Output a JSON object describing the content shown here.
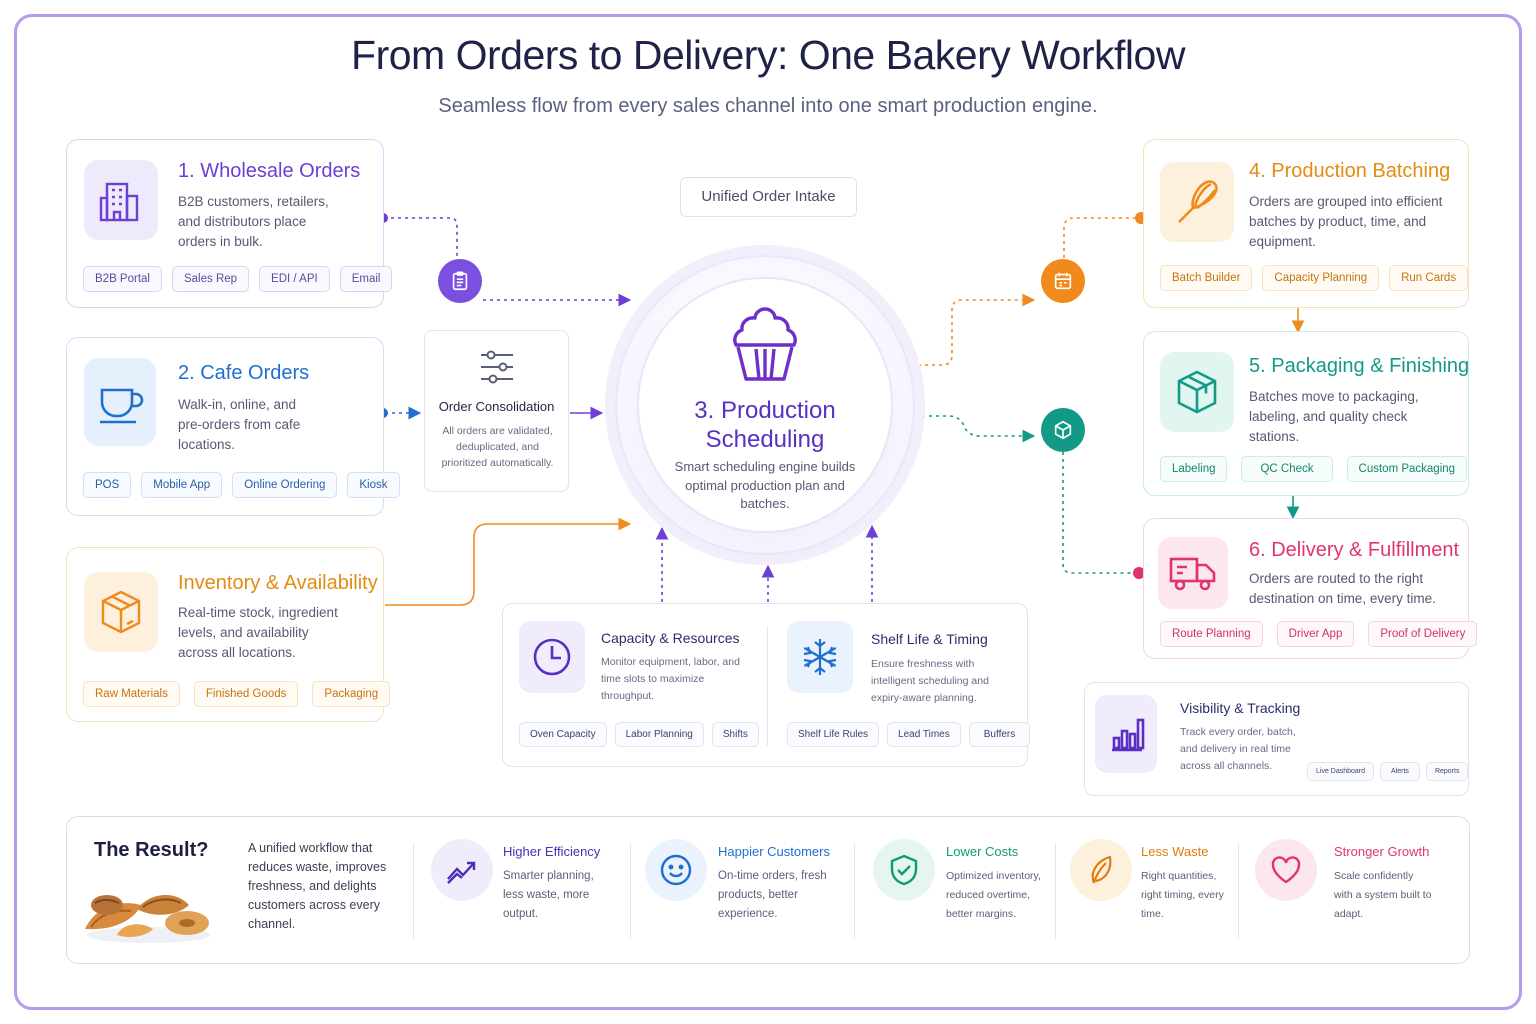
{
  "title": "From Orders to Delivery: One Bakery Workflow",
  "subtitle": "Seamless flow from every sales channel into one smart production engine.",
  "wholesale": {
    "title": "1. Wholesale Orders",
    "desc": "B2B customers, retailers, and distributors place orders in bulk.",
    "tags": [
      "B2B Portal",
      "Sales Rep",
      "EDI / API",
      "Email"
    ]
  },
  "cafe": {
    "title": "2. Cafe Orders",
    "desc": "Walk-in, online, and pre-orders from cafe locations.",
    "tags": [
      "POS",
      "Mobile App",
      "Online Ordering",
      "Kiosk"
    ]
  },
  "inventory": {
    "title": "Inventory & Availability",
    "desc": "Real-time stock, ingredient levels, and availability across all locations.",
    "tags": [
      "Raw Materials",
      "Finished Goods",
      "Packaging"
    ]
  },
  "intake": {
    "label": "Unified Order Intake"
  },
  "consolidation": {
    "title": "Order Consolidation",
    "desc": "All orders are validated, deduplicated, and prioritized automatically."
  },
  "hub": {
    "title": "3. Production Scheduling",
    "desc": "Smart scheduling engine builds optimal production plan and batches."
  },
  "capacity": {
    "title": "Capacity & Resources",
    "desc": "Monitor equipment, labor, and time slots to maximize throughput.",
    "tags": [
      "Oven Capacity",
      "Labor Planning",
      "Shifts"
    ]
  },
  "shelf": {
    "title": "Shelf Life & Timing",
    "desc": "Ensure freshness with intelligent scheduling and expiry-aware planning.",
    "tags": [
      "Shelf Life Rules",
      "Lead Times",
      "Buffers"
    ]
  },
  "batching": {
    "title": "4. Production Batching",
    "desc": "Orders are grouped into efficient batches by product, time, and equipment.",
    "tags": [
      "Batch Builder",
      "Capacity Planning",
      "Run Cards"
    ]
  },
  "packaging": {
    "title": "5. Packaging & Finishing",
    "desc": "Batches move to packaging, labeling, and quality check stations.",
    "tags": [
      "Labeling",
      "QC Check",
      "Custom Packaging"
    ]
  },
  "delivery": {
    "title": "6. Delivery & Fulfillment",
    "desc": "Orders are routed to the right destination on time, every time.",
    "tags": [
      "Route Planning",
      "Driver App",
      "Proof of Delivery"
    ]
  },
  "visibility": {
    "title": "Visibility & Tracking",
    "desc": "Track every order, batch, and delivery in real time across all channels.",
    "tags": [
      "Live Dashboard",
      "Alerts",
      "Reports"
    ]
  },
  "result": {
    "heading": "The Result?",
    "lead": "A unified workflow that reduces waste, improves freshness, and delights customers across every channel.",
    "items": [
      {
        "title": "Higher Efficiency",
        "desc": "Smarter planning, less waste, more output.",
        "color": "#4b2fb8"
      },
      {
        "title": "Happier Customers",
        "desc": "On-time orders, fresh products, better experience.",
        "color": "#1f6fd0"
      },
      {
        "title": "Lower Costs",
        "desc": "Optimized inventory, reduced overtime, better margins.",
        "color": "#139a70"
      },
      {
        "title": "Less Waste",
        "desc": "Right quantities, right timing, every time.",
        "color": "#e07d10"
      },
      {
        "title": "Stronger Growth",
        "desc": "Scale confidently with a system built to adapt.",
        "color": "#e0356c"
      }
    ]
  },
  "colors": {
    "purple": "#6c3fd6",
    "blue": "#1f6fd0",
    "orange": "#f08a1c",
    "teal": "#139a86",
    "pink": "#e0356c",
    "frame": "#b79be8"
  },
  "icons": [
    "building-icon",
    "coffee-cup-icon",
    "box-icon",
    "clipboard-icon",
    "sliders-icon",
    "cupcake-icon",
    "calendar-icon",
    "cube-icon",
    "whisk-icon",
    "package-icon",
    "truck-icon",
    "clock-icon",
    "snowflake-icon",
    "bar-chart-icon",
    "trend-up-icon",
    "smile-icon",
    "shield-check-icon",
    "leaf-icon",
    "heart-icon",
    "pastries-image"
  ]
}
